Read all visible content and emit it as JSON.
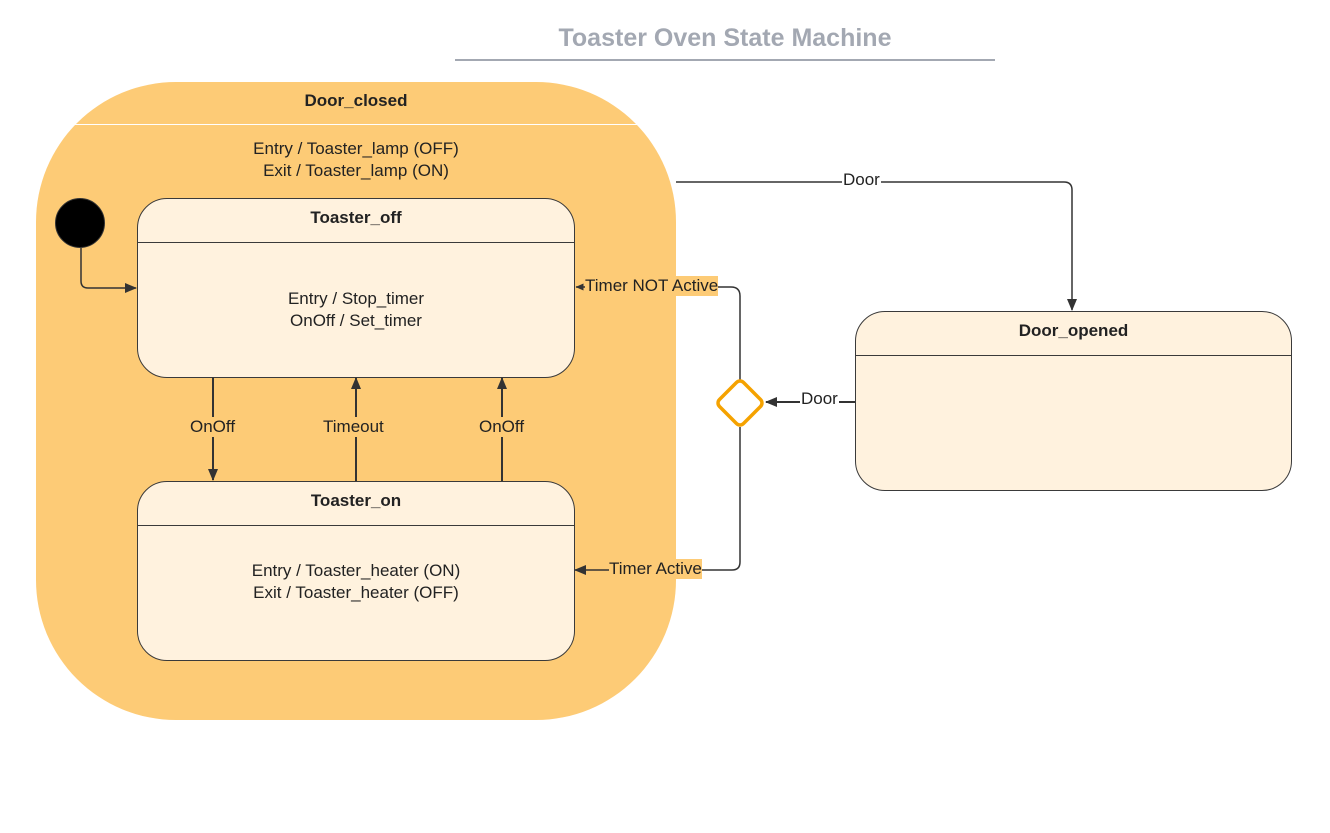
{
  "title": "Toaster Oven State Machine",
  "composite_state": {
    "name": "Door_closed",
    "actions": [
      "Entry / Toaster_lamp (OFF)",
      "Exit / Toaster_lamp (ON)"
    ]
  },
  "states": {
    "toaster_off": {
      "name": "Toaster_off",
      "actions": [
        "Entry / Stop_timer",
        "OnOff / Set_timer"
      ]
    },
    "toaster_on": {
      "name": "Toaster_on",
      "actions": [
        "Entry / Toaster_heater (ON)",
        "Exit / Toaster_heater (OFF)"
      ]
    },
    "door_opened": {
      "name": "Door_opened",
      "actions": []
    }
  },
  "transitions": {
    "onoff_down": "OnOff",
    "timeout": "Timeout",
    "onoff_up": "OnOff",
    "door_open": "Door",
    "door_close": "Door",
    "timer_not_active": "Timer NOT Active",
    "timer_active": "Timer Active"
  },
  "colors": {
    "composite_fill": "#fdcb76",
    "state_fill": "#fff2de",
    "choice_stroke": "#f5a200",
    "title": "#a3a8b2",
    "line": "#333333"
  }
}
